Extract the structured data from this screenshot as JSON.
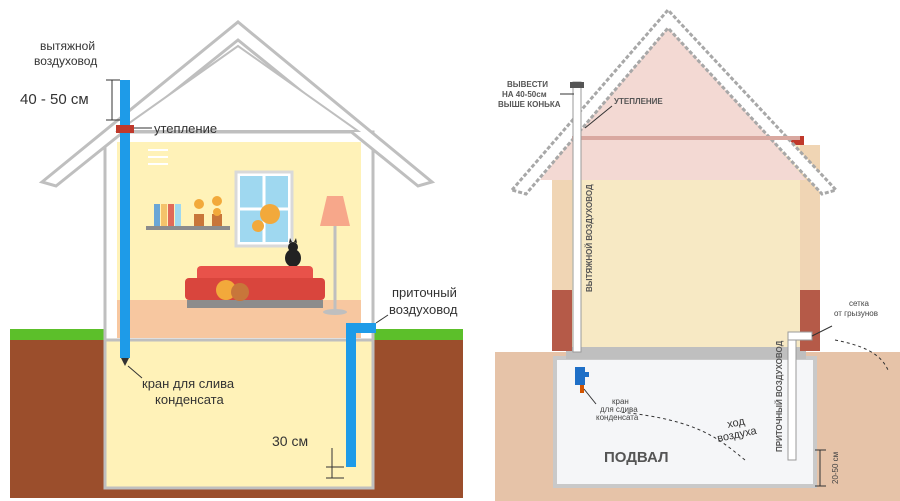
{
  "left_diagram": {
    "exhaust_duct_label": [
      "вытяжной",
      "воздуховод"
    ],
    "height_above_roof": "40 - 50 см",
    "insulation": "утепление",
    "supply_duct_label": [
      "приточный",
      "воздуховод"
    ],
    "drain_valve_label": [
      "кран для слива",
      "конденсата"
    ],
    "depth_above_floor": "30 см"
  },
  "right_diagram": {
    "roof_note": [
      "ВЫВЕСТИ",
      "НА 40-50см",
      "ВЫШЕ КОНЬКА"
    ],
    "insulation": "УТЕПЛЕНИЕ",
    "exhaust_duct": "ВЫТЯЖНОЙ ВОЗДУХОВОД",
    "supply_duct": "ПРИТОЧНЫЙ ВОЗДУХОВОД",
    "rodent_mesh": [
      "сетка",
      "от грызунов"
    ],
    "valve_note": [
      "кран",
      "для слива",
      "конденсата"
    ],
    "airflow": [
      "ход",
      "воздуха"
    ],
    "basement": "ПОДВАЛ",
    "depth": "20-50 см"
  },
  "colors": {
    "duct_blue": "#1e9be8",
    "ground_brown": "#a0522d",
    "grass_green": "#5cbf2a",
    "wall_cream": "#fff4c2",
    "roof_pink": "#f3d9d3",
    "soil_right": "#e6c3a8"
  }
}
